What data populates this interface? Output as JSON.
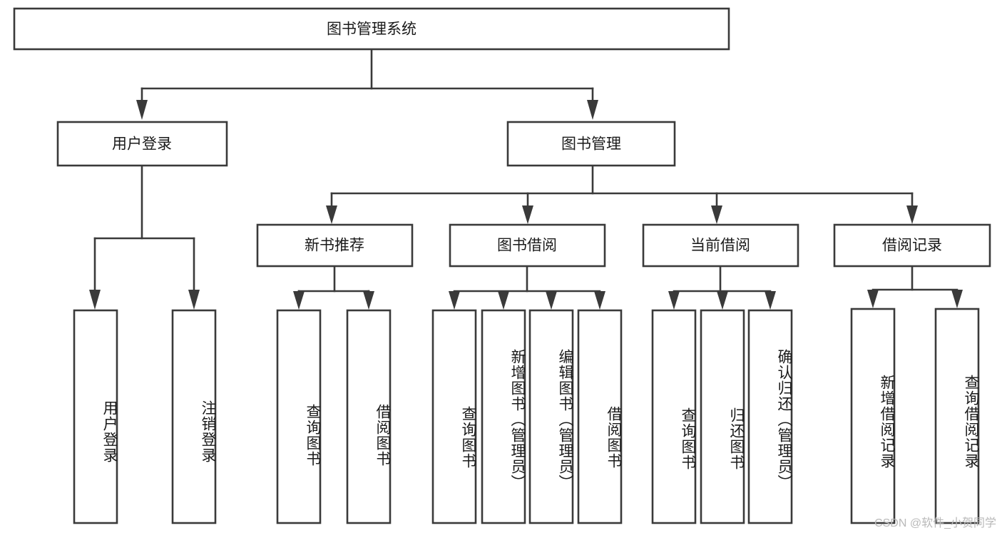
{
  "diagram": {
    "type": "tree-hierarchy",
    "title": "图书管理系统",
    "orientation": "top-down",
    "colors": {
      "box_fill": "#ffffff",
      "box_stroke": "#3a3a3a",
      "text": "#1a1a1a",
      "watermark": "#b9b9b9"
    },
    "root": {
      "id": "root",
      "label": "图书管理系统"
    },
    "level1": [
      {
        "id": "user-login",
        "label": "用户登录"
      },
      {
        "id": "book-manage",
        "label": "图书管理"
      }
    ],
    "level2": [
      {
        "id": "new-book-recommend",
        "label": "新书推荐",
        "parent": "book-manage"
      },
      {
        "id": "book-borrow",
        "label": "图书借阅",
        "parent": "book-manage"
      },
      {
        "id": "current-borrow",
        "label": "当前借阅",
        "parent": "book-manage"
      },
      {
        "id": "borrow-record",
        "label": "借阅记录",
        "parent": "book-manage"
      }
    ],
    "leaves": {
      "user-login": [
        {
          "id": "leaf-user-login",
          "label": "用户登录"
        },
        {
          "id": "leaf-user-logout",
          "label": "注销登录"
        }
      ],
      "new-book-recommend": [
        {
          "id": "leaf-query-book-1",
          "label": "查询图书"
        },
        {
          "id": "leaf-borrow-book-1",
          "label": "借阅图书"
        }
      ],
      "book-borrow": [
        {
          "id": "leaf-query-book-2",
          "label": "查询图书"
        },
        {
          "id": "leaf-add-book",
          "label": "新增图书（管理员）"
        },
        {
          "id": "leaf-edit-book",
          "label": "编辑图书（管理员）"
        },
        {
          "id": "leaf-borrow-book-2",
          "label": "借阅图书"
        }
      ],
      "current-borrow": [
        {
          "id": "leaf-query-book-3",
          "label": "查询图书"
        },
        {
          "id": "leaf-return-book",
          "label": "归还图书"
        },
        {
          "id": "leaf-confirm-return",
          "label": "确认归还（管理员）"
        }
      ],
      "borrow-record": [
        {
          "id": "leaf-add-record",
          "label": "新增借阅记录"
        },
        {
          "id": "leaf-query-record",
          "label": "查询借阅记录"
        }
      ]
    }
  },
  "watermark": {
    "text": "CSDN @软件_小贺同学"
  }
}
